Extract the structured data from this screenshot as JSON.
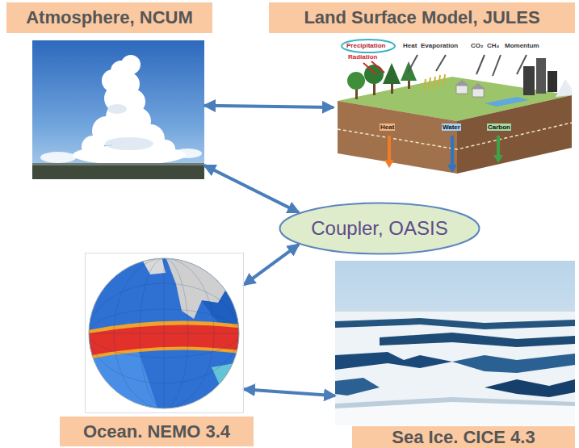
{
  "diagram": {
    "nodes": [
      {
        "text": [
          "Atmosphere, NCUM"
        ]
      },
      {
        "text": [
          "Land Surface Model, JULES"
        ]
      },
      {
        "text": [
          "Coupler, OASIS"
        ]
      },
      {
        "text": [
          "Ocean. NEMO 3.4"
        ]
      },
      {
        "text": [
          "Sea Ice. CICE 4.3"
        ]
      }
    ],
    "edges": [
      {
        "from": 0,
        "to": 1,
        "arrow": "both"
      },
      {
        "from": 0,
        "to": 2,
        "arrow": "both"
      },
      {
        "from": 2,
        "to": 3,
        "arrow": "both"
      },
      {
        "from": 3,
        "to": 4,
        "arrow": "both"
      }
    ],
    "labels": [
      "Precipitation",
      "Radiation",
      "Heat",
      "Evaporation",
      "CO₂",
      "CH₄",
      "Momentum",
      "Heat",
      "Water",
      "Carbon"
    ]
  }
}
